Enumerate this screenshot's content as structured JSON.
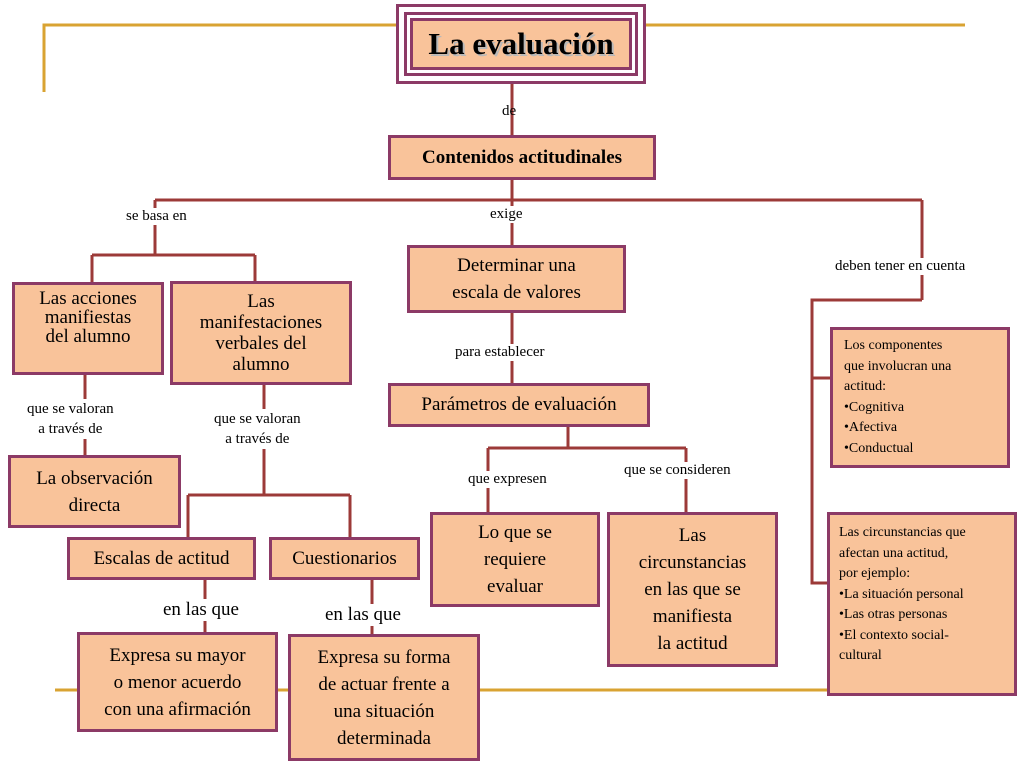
{
  "colors": {
    "box_fill": "#f9c39a",
    "box_border": "#8c3a66",
    "connector": "#9c3a38",
    "gold_line": "#d9a332"
  },
  "title": "La evaluación",
  "nodes": {
    "contenidos": "Contenidos actitudinales",
    "acciones": "Las acciones\nmanifiestas\ndel alumno",
    "manifestaciones": "Las\nmanifestaciones\nverbales del\nalumno",
    "determinar": "Determinar una\nescala de valores",
    "parametros": "Parámetros de evaluación",
    "componentes": "Los componentes\nque involucran una\nactitud:\n•Cognitiva\n•Afectiva\n•Conductual",
    "observacion": "La observación\ndirecta",
    "escalas": "Escalas de actitud",
    "cuestionarios": "Cuestionarios",
    "lo_que": "Lo que se\nrequiere\nevaluar",
    "circunstancias": "Las\ncircunstancias\n en  las que se\nmanifiesta\nla actitud",
    "circunstancias_afectan": "Las circunstancias que\nafectan una actitud,\npor ejemplo:\n•La situación personal\n•Las otras personas\n•El contexto social-\ncultural",
    "expresa_mayor": "Expresa su mayor\no menor acuerdo\ncon una afirmación",
    "expresa_forma": "Expresa su forma\nde actuar frente a\nuna situación\ndeterminada"
  },
  "links": {
    "de": "de",
    "se_basa_en": "se basa en",
    "exige": "exige",
    "deben_tener": "deben tener en cuenta",
    "para_establecer": "para establecer",
    "valoran_1": "que se valoran\na través de",
    "valoran_2": "que se valoran\na través de",
    "expresen": "que expresen",
    "consideren": "que se consideren",
    "en_las_que_1": "en las que",
    "en_las_que_2": "en las que"
  }
}
